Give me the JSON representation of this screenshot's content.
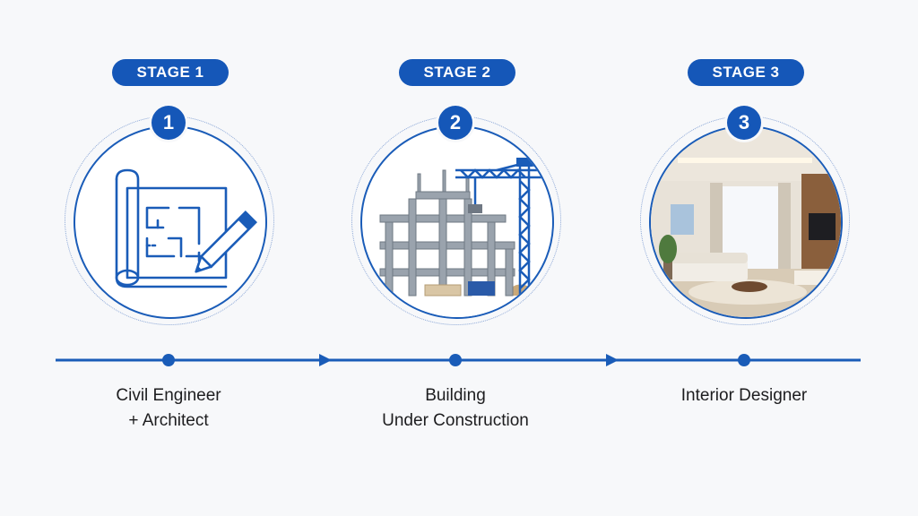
{
  "stages": [
    {
      "badge": "STAGE 1",
      "number": "1",
      "label_lines": [
        "Civil Engineer",
        "+ Architect"
      ],
      "icon": "blueprint-icon"
    },
    {
      "badge": "STAGE 2",
      "number": "2",
      "label_lines": [
        "Building",
        "Under Construction"
      ],
      "icon": "construction-crane-icon"
    },
    {
      "badge": "STAGE 3",
      "number": "3",
      "label_lines": [
        "Interior Designer",
        ""
      ],
      "icon": "living-room-image"
    }
  ],
  "colors": {
    "primary": "#1557b8",
    "line": "#1a5cb8",
    "background": "#f7f8fa"
  }
}
